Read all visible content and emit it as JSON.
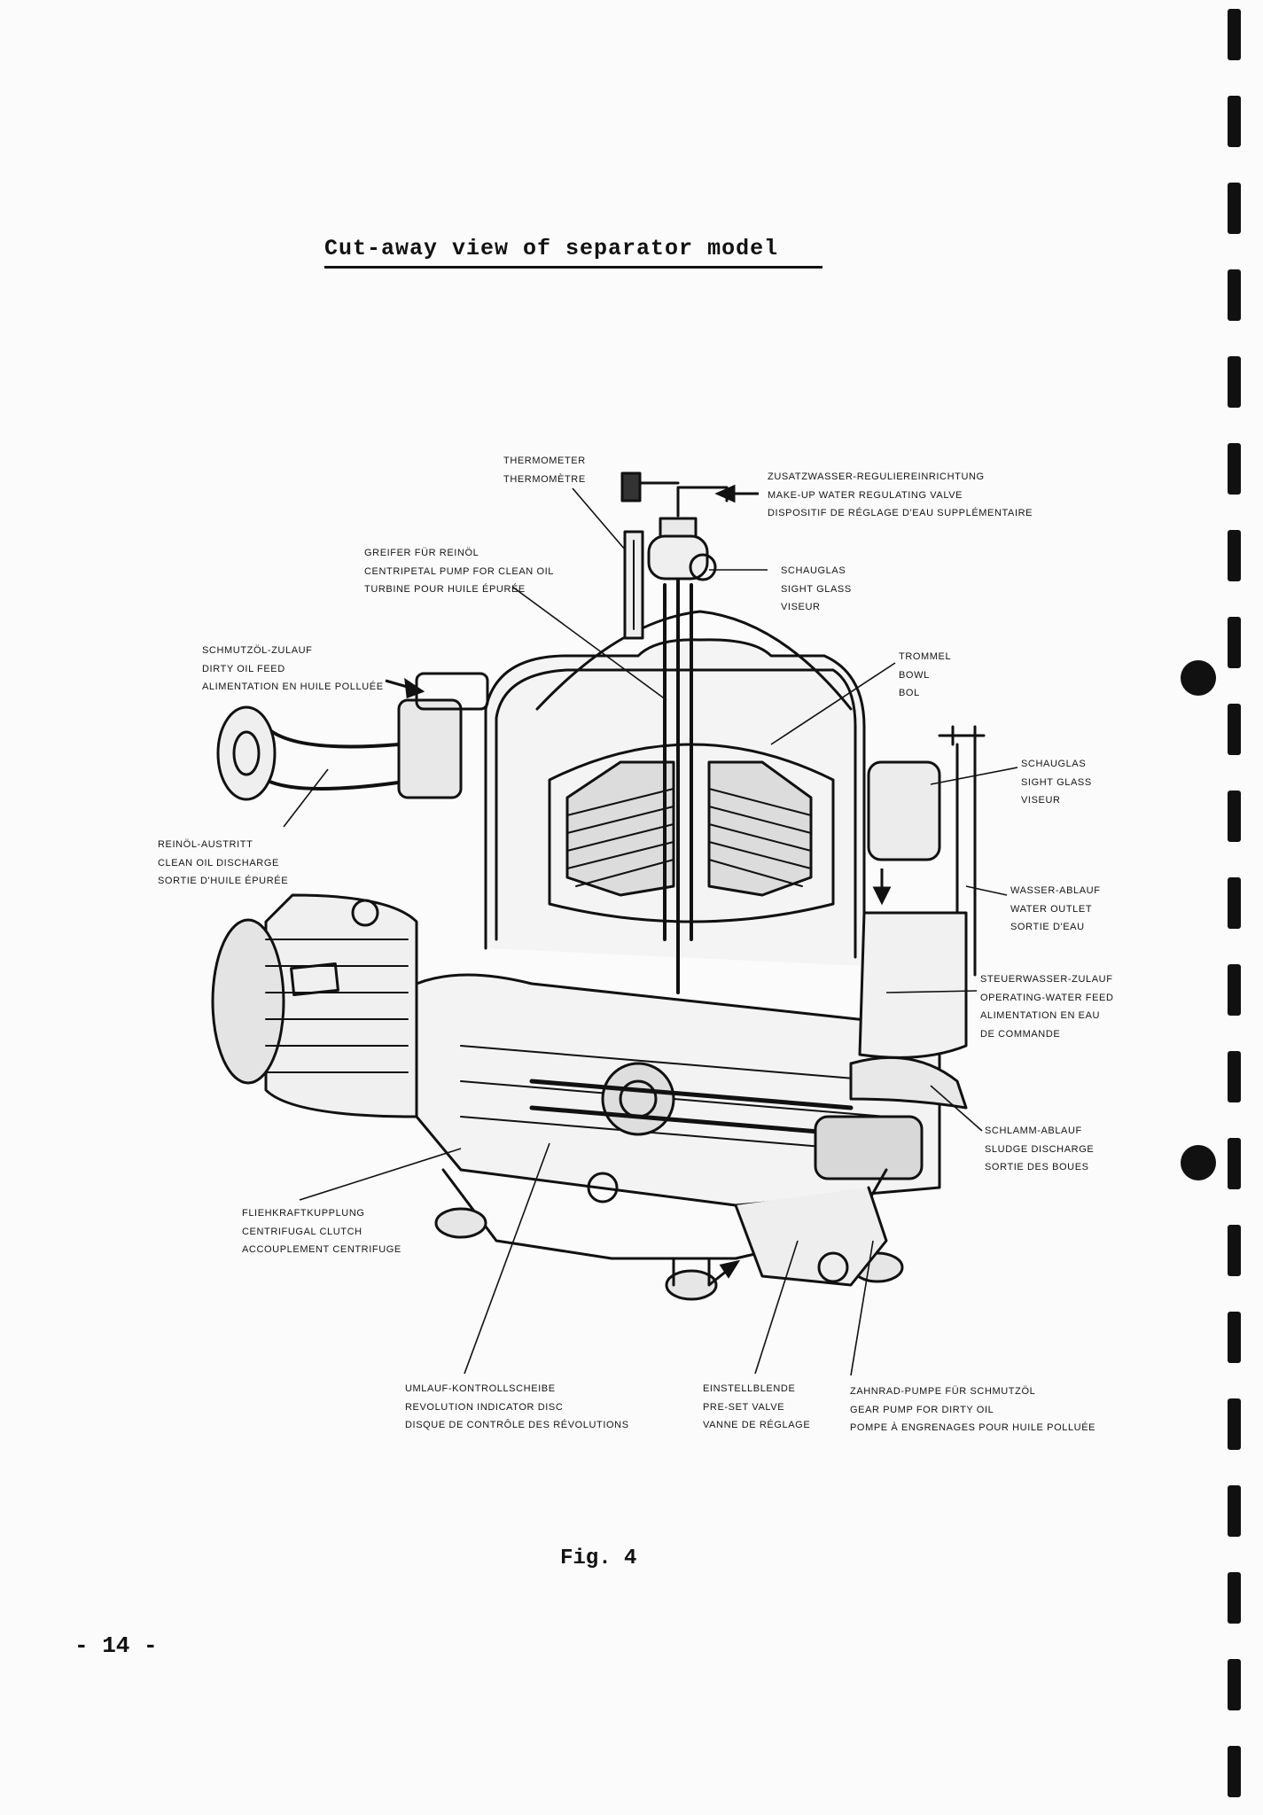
{
  "title": "Cut-away view of separator model",
  "figure_caption": "Fig. 4",
  "page_number": "- 14 -",
  "callouts": {
    "thermometer": {
      "de": "THERMOMETER",
      "fr": "THERMOMÈTRE"
    },
    "makeup_valve": {
      "de": "ZUSATZWASSER-REGULIEREINRICHTUNG",
      "en": "MAKE-UP WATER REGULATING VALVE",
      "fr": "DISPOSITIF DE RÉGLAGE D'EAU SUPPLÉMENTAIRE"
    },
    "centripetal_pump": {
      "de": "GREIFER FÜR REINÖL",
      "en": "CENTRIPETAL PUMP FOR CLEAN OIL",
      "fr": "TURBINE POUR HUILE ÉPURÉE"
    },
    "sight_glass_top": {
      "de": "SCHAUGLAS",
      "en": "SIGHT GLASS",
      "fr": "VISEUR"
    },
    "dirty_oil_feed": {
      "de": "SCHMUTZÖL-ZULAUF",
      "en": "DIRTY OIL FEED",
      "fr": "ALIMENTATION EN HUILE POLLUÉE"
    },
    "bowl": {
      "de": "TROMMEL",
      "en": "BOWL",
      "fr": "BOL"
    },
    "sight_glass_right": {
      "de": "SCHAUGLAS",
      "en": "SIGHT GLASS",
      "fr": "VISEUR"
    },
    "clean_oil_discharge": {
      "de": "REINÖL-AUSTRITT",
      "en": "CLEAN OIL DISCHARGE",
      "fr": "SORTIE D'HUILE ÉPURÉE"
    },
    "water_outlet": {
      "de": "WASSER-ABLAUF",
      "en": "WATER OUTLET",
      "fr": "SORTIE D'EAU"
    },
    "operating_water_feed": {
      "de": "STEUERWASSER-ZULAUF",
      "en": "OPERATING-WATER FEED",
      "fr1": "ALIMENTATION EN EAU",
      "fr2": "DE COMMANDE"
    },
    "sludge_discharge": {
      "de": "SCHLAMM-ABLAUF",
      "en": "SLUDGE DISCHARGE",
      "fr": "SORTIE DES BOUES"
    },
    "centrifugal_clutch": {
      "de": "FLIEHKRAFTKUPPLUNG",
      "en": "CENTRIFUGAL CLUTCH",
      "fr": "ACCOUPLEMENT CENTRIFUGE"
    },
    "revolution_disc": {
      "de": "UMLAUF-KONTROLLSCHEIBE",
      "en": "REVOLUTION INDICATOR DISC",
      "fr": "DISQUE DE CONTRÔLE DES RÉVOLUTIONS"
    },
    "preset_valve": {
      "de": "EINSTELLBLENDE",
      "en": "PRE-SET VALVE",
      "fr": "VANNE DE RÉGLAGE"
    },
    "gear_pump": {
      "de": "ZAHNRAD-PUMPE FÜR SCHMUTZÖL",
      "en": "GEAR PUMP FOR DIRTY OIL",
      "fr": "POMPE À ENGRENAGES POUR HUILE POLLUÉE"
    }
  }
}
